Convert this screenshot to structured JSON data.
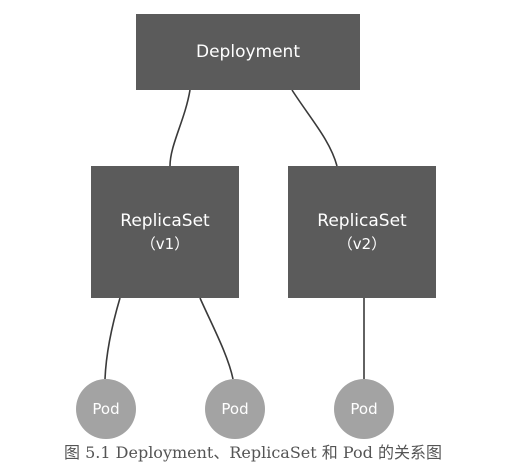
{
  "deployment": {
    "label": "Deployment"
  },
  "replicasets": [
    {
      "label": "ReplicaSet",
      "version": "（v1）"
    },
    {
      "label": "ReplicaSet",
      "version": "（v2）"
    }
  ],
  "pods": [
    {
      "label": "Pod"
    },
    {
      "label": "Pod"
    },
    {
      "label": "Pod"
    }
  ],
  "caption": "图 5.1   Deployment、ReplicaSet 和 Pod 的关系图",
  "colors": {
    "box": "#5b5b5b",
    "pod": "#a3a3a3",
    "line": "#3a3a3a",
    "text": "#ffffff"
  }
}
